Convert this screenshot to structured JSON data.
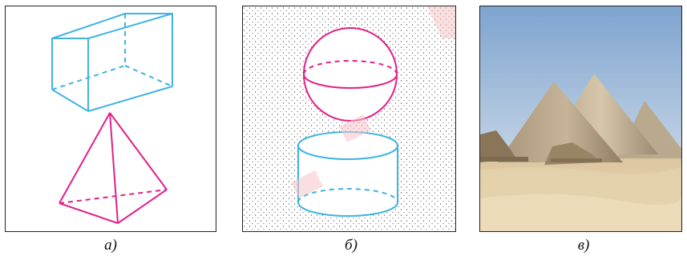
{
  "captions": {
    "a": "а)",
    "b": "б)",
    "c": "в)"
  },
  "colors": {
    "cyan": "#3fb3e2",
    "magenta": "#e0208a",
    "watermark": "#f6c4c9",
    "sky_top": "#7fa5cf",
    "sand": "#e2cfa8"
  }
}
